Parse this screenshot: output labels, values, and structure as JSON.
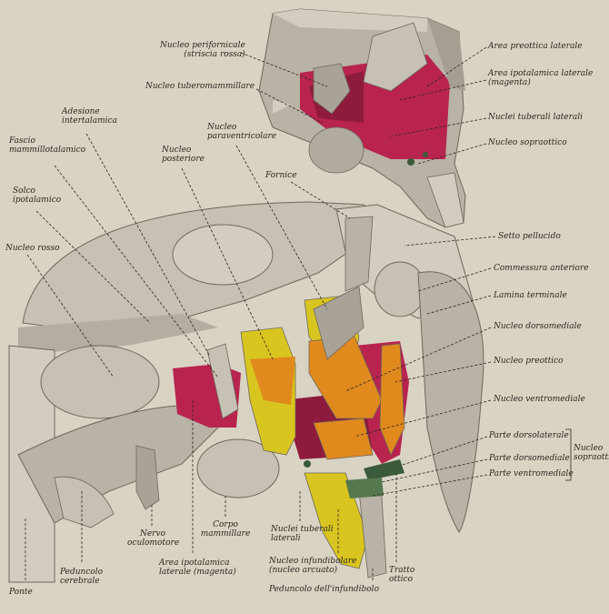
{
  "labels": {
    "nucleo_perifornicale": [
      "Nucleo perifornicale",
      "(striscia rossa)"
    ],
    "nucleo_tuberomammillare": [
      "Nucleo tuberomammillare"
    ],
    "area_preottica_laterale": [
      "Area preottica laterale"
    ],
    "area_ipotalamica_laterale_top": [
      "Area ipotalamica laterale",
      "(magenta)"
    ],
    "nuclei_tuberali_laterali_top": [
      "Nuclei tuberali laterali"
    ],
    "nucleo_sopraottico_top": [
      "Nucleo sopraottico"
    ],
    "adesione_intertalamica": [
      "Adesione",
      "intertalamica"
    ],
    "nucleo_paraventricolare": [
      "Nucleo",
      "paraventricolare"
    ],
    "fascio_mammillotalamico": [
      "Fascio",
      "mammillotalamico"
    ],
    "nucleo_posteriore": [
      "Nucleo",
      "posteriore"
    ],
    "fornice": [
      "Fornice"
    ],
    "solco_ipotalamico": [
      "Solco",
      "ipotalamico"
    ],
    "setto_pellucido": [
      "Setto pellucido"
    ],
    "nucleo_rosso": [
      "Nucleo rosso"
    ],
    "commessura_anteriore": [
      "Commessura anteriore"
    ],
    "lamina_terminale": [
      "Lamina terminale"
    ],
    "nucleo_dorsomediale": [
      "Nucleo dorsomediale"
    ],
    "nucleo_preottico": [
      "Nucleo preottico"
    ],
    "nucleo_ventromediale": [
      "Nucleo ventromediale"
    ],
    "parte_dorsolaterale": [
      "Parte dorsolaterale"
    ],
    "parte_dorsomediale": [
      "Parte dorsomediale"
    ],
    "parte_ventromediale": [
      "Parte ventromediale"
    ],
    "nucleo_sopraottico_group": [
      "Nucleo",
      "sopraottico"
    ],
    "nervo_oculomotore": [
      "Nervo",
      "oculomotore"
    ],
    "corpo_mammillare": [
      "Corpo",
      "mammillare"
    ],
    "nuclei_tuberali_laterali": [
      "Nuclei tuberali",
      "laterali"
    ],
    "nucleo_infundibolare": [
      "Nucleo infundibolare",
      "(nucleo arcuato)"
    ],
    "peduncolo_infundibolo": [
      "Peduncolo dell'infundibolo"
    ],
    "tratto_ottico": [
      "Tratto",
      "ottico"
    ],
    "peduncolo_cerebrale": [
      "Peduncolo",
      "cerebrale"
    ],
    "area_ipotalamica_laterale": [
      "Area ipotalamica",
      "laterale (magenta)"
    ],
    "ponte": [
      "Ponte"
    ]
  },
  "colors": {
    "background": "#d9d3c4",
    "tissue": "#b9b2a6",
    "tissue_light": "#d3cdc1",
    "magenta": "#b8244e",
    "yellow": "#d9c51f",
    "orange": "#e08a1e",
    "dark": "#2b2620"
  }
}
